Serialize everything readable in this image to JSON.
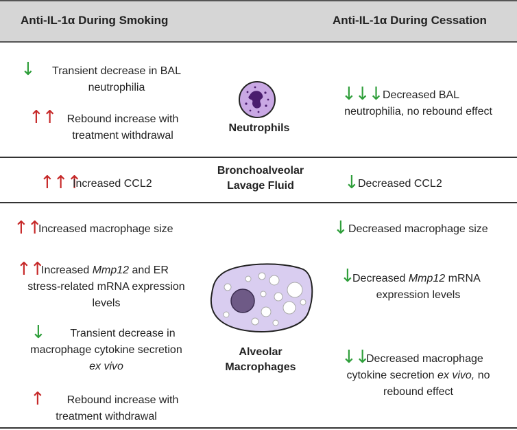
{
  "colors": {
    "up_arrow": "#c62828",
    "down_arrow": "#2e9e3a",
    "header_bg": "#d6d6d6"
  },
  "header": {
    "left": "Anti-IL-1α During Smoking",
    "right": "Anti-IL-1α During Cessation"
  },
  "neutrophils": {
    "label": "Neutrophils",
    "left": [
      {
        "arrows": "↓",
        "direction": "down",
        "text": [
          "Transient decrease in BAL",
          "neutrophilia"
        ]
      },
      {
        "arrows": "↑↑",
        "direction": "up",
        "text": [
          "Rebound increase with",
          "treatment withdrawal"
        ]
      }
    ],
    "right": [
      {
        "arrows": "↓↓↓",
        "direction": "down",
        "text": [
          "Decreased BAL",
          "neutrophilia, no rebound effect"
        ]
      }
    ]
  },
  "balf": {
    "label_line1": "Bronchoalveolar",
    "label_line2": "Lavage Fluid",
    "left": {
      "arrows": "↑↑↑",
      "direction": "up",
      "text": "Increased CCL2"
    },
    "right": {
      "arrows": "↓",
      "direction": "down",
      "text": "Decreased CCL2"
    }
  },
  "macrophages": {
    "label_line1": "Alveolar",
    "label_line2": "Macrophages",
    "left": [
      {
        "arrows": "↑↑",
        "direction": "up",
        "text_a": "Increased macrophage size"
      },
      {
        "arrows": "↑↑",
        "direction": "up",
        "text_a": "Increased ",
        "italic": "Mmp12",
        "text_b": " and ER",
        "line2": "stress-related mRNA expression",
        "line3": "levels"
      },
      {
        "arrows": "↓",
        "direction": "down",
        "text_a": "Transient decrease in",
        "line2": "macrophage cytokine secretion",
        "italic3": "ex vivo"
      },
      {
        "arrows": "↑",
        "direction": "up",
        "text_a": "Rebound increase with",
        "line2": "treatment withdrawal"
      }
    ],
    "right": [
      {
        "arrows": "↓",
        "direction": "down",
        "text_a": "Decreased macrophage size"
      },
      {
        "arrows": "↓",
        "direction": "down",
        "text_a": "Decreased ",
        "italic": "Mmp12",
        "text_b": " mRNA",
        "line2": "expression levels"
      },
      {
        "arrows": "↓↓",
        "direction": "down",
        "text_a": "Decreased macrophage",
        "line2_a": "cytokine secretion ",
        "italic2": "ex vivo,",
        "line2_b": " no",
        "line3": "rebound effect"
      }
    ]
  }
}
